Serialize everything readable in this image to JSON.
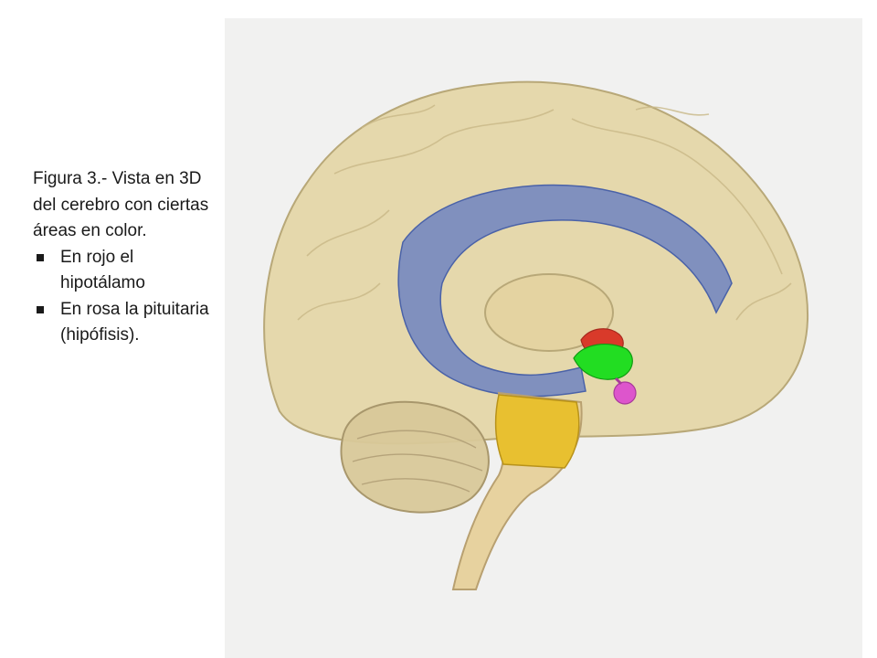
{
  "caption": {
    "title": "Figura 3.- Vista en 3D del cerebro con ciertas áreas en color.",
    "bullets": [
      " En rojo el hipotálamo",
      "En rosa la pituitaria (hipófisis)."
    ]
  },
  "figure": {
    "colors": {
      "panel_background": "#f1f1f0",
      "brain_tissue": "#e3d3a0",
      "corpus_callosum": "#5e78c4",
      "cerebellum": "#d8c899",
      "brainstem": "#e6d09a",
      "pons": "#e8c030",
      "hypothalamus": "#d93a2a",
      "highlight_green": "#22dd22",
      "pituitary": "#dd55cc"
    }
  }
}
